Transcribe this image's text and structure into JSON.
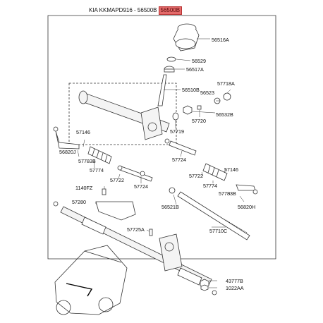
{
  "header": {
    "title": "KIA KKMAPD916 - 56500B",
    "highlight": "56500B"
  },
  "labels": {
    "p56516A": "56516A",
    "p56529": "56529",
    "p56517A": "56517A",
    "p56510B": "56510B",
    "p56523": "56523",
    "p57718A": "57718A",
    "p56532B": "56532B",
    "p57720": "57720",
    "p57719": "57719",
    "p57146a": "57146",
    "p56820J": "56820J",
    "p57783Ba": "57783B",
    "p57774a": "57774",
    "p57722a": "57722",
    "p57724a": "57724",
    "p57724b": "57724",
    "p57722b": "57722",
    "p57774b": "57774",
    "p57146b": "57146",
    "p57783Bb": "57783B",
    "p56820H": "56820H",
    "p1140FZ": "1140FZ",
    "p57280": "57280",
    "p56521B": "56521B",
    "p57710C": "57710C",
    "p57725A": "57725A",
    "p43777B": "43777B",
    "p1022AA": "1022AA"
  },
  "colors": {
    "line": "#333333",
    "highlight_fill": "#e46a6a",
    "highlight_border": "#b83232"
  }
}
